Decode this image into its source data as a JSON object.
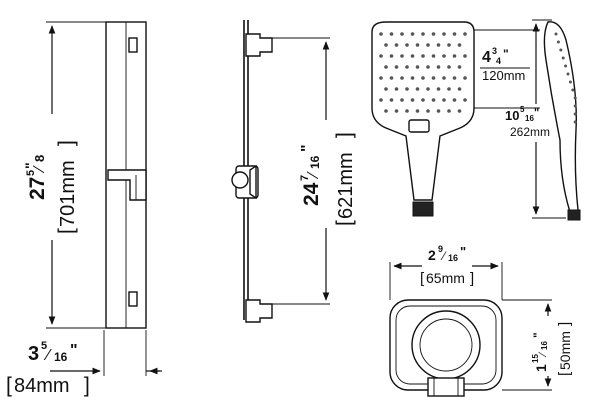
{
  "bar_height": {
    "inch_whole": "27",
    "inch_num": "5",
    "inch_den": "8",
    "inch_mark": "\"",
    "mm": "701mm"
  },
  "bar_width": {
    "inch_whole": "3",
    "inch_num": "5",
    "inch_den": "16",
    "inch_mark": "\"",
    "mm": "84mm"
  },
  "rail_length": {
    "inch_whole": "24",
    "inch_num": "7",
    "inch_den": "16",
    "inch_mark": "\"",
    "mm": "621mm"
  },
  "head_width": {
    "inch_whole": "4",
    "inch_num": "3",
    "inch_den": "4",
    "inch_mark": "\"",
    "mm": "120mm"
  },
  "head_length": {
    "inch_whole": "10",
    "inch_num": "5",
    "inch_den": "16",
    "inch_mark": "\"",
    "mm": "262mm"
  },
  "outlet_width": {
    "inch_whole": "2",
    "inch_num": "9",
    "inch_den": "16",
    "inch_mark": "\"",
    "mm": "65mm"
  },
  "outlet_height": {
    "inch_whole": "1",
    "inch_num": "15",
    "inch_den": "16",
    "inch_mark": "\"",
    "mm": "50mm"
  }
}
